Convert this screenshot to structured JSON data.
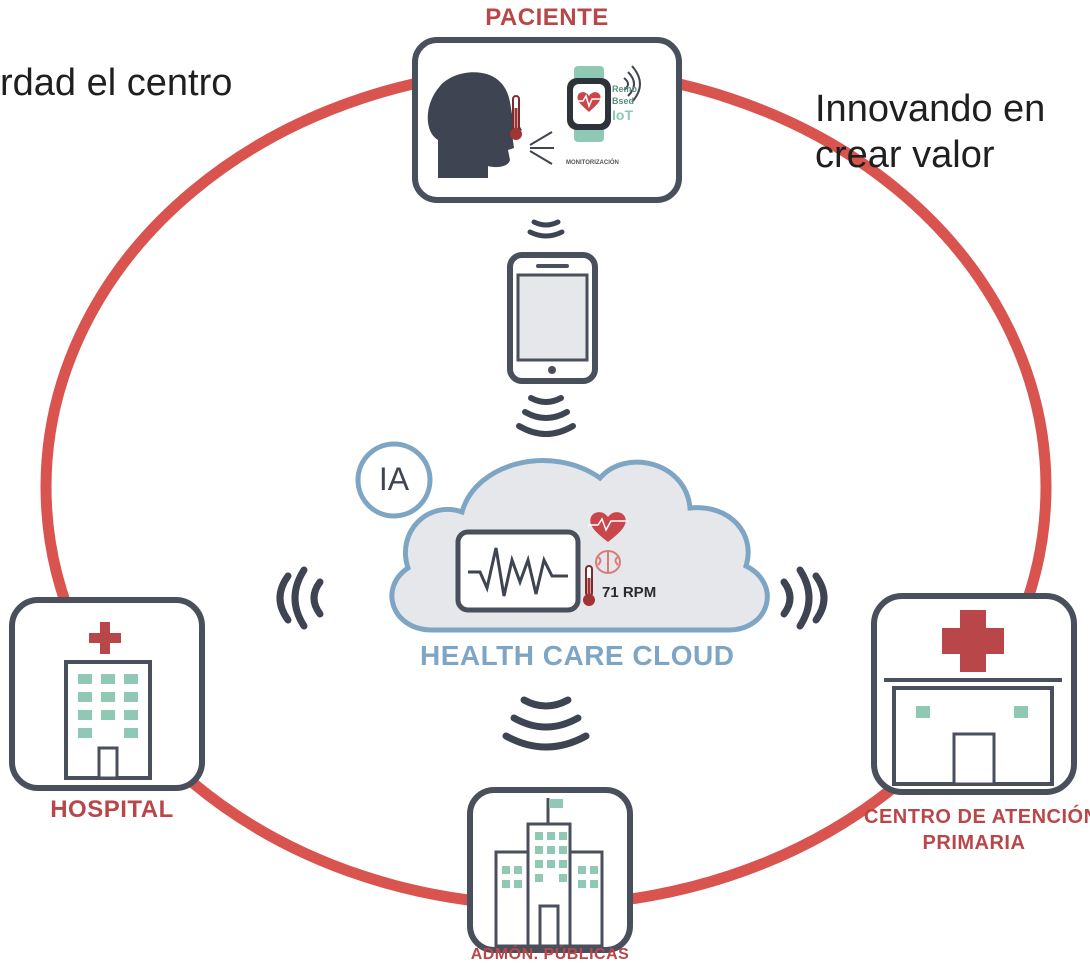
{
  "text_fragments": {
    "left": "rdad el centro",
    "right_line1": "Innovando en",
    "right_line2": "crear valor"
  },
  "nodes": {
    "patient": "PACIENTE",
    "hospital": "HOSPITAL",
    "primary_care_line1": "CENTRO DE ATENCIÓN",
    "primary_care_line2": "PRIMARIA",
    "public_admin": "ADMÓN. PÚBLICAS"
  },
  "patient_box": {
    "watch_text_line1": "Remo",
    "watch_text_line2": "Bsed",
    "watch_text_line3": "IoT",
    "caption": "MONITORIZACIÓN"
  },
  "cloud": {
    "badge": "IA",
    "title": "HEALTH CARE CLOUD",
    "rpm": "71 RPM"
  },
  "colors": {
    "ring": "#d9534f",
    "icon_dark": "#4a4f5c",
    "accent_red": "#b9474a",
    "cloud_blue": "#7ea6c4",
    "window_green": "#8fc9b4"
  }
}
